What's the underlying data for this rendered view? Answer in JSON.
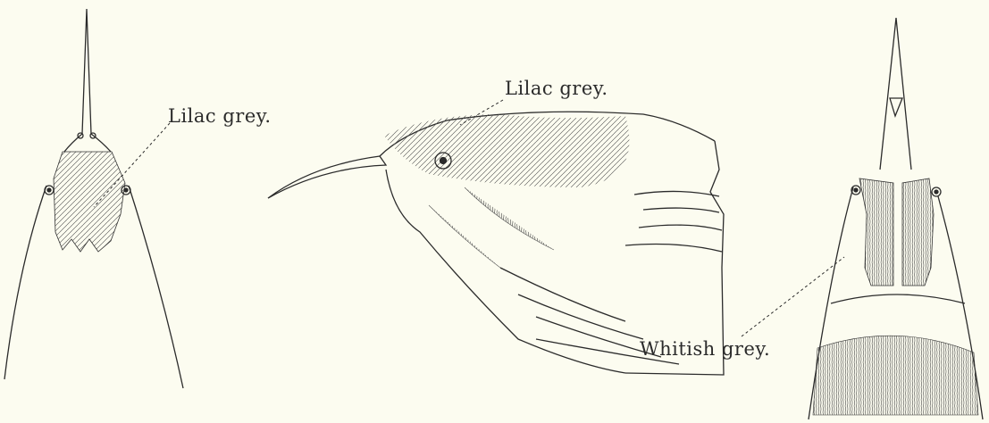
{
  "labels": {
    "left": "Lilac grey.",
    "center": "Lilac grey.",
    "right": "Whitish grey."
  },
  "colors": {
    "background": "#fcfcf0",
    "ink": "#2b2b2b"
  }
}
